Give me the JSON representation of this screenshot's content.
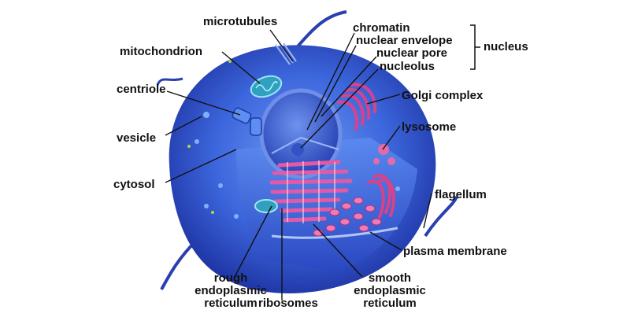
{
  "labels": {
    "microtubules": "microtubules",
    "mitochondrion": "mitochondrion",
    "centriole": "centriole",
    "vesicle": "vesicle",
    "cytosol": "cytosol",
    "chromatin": "chromatin",
    "nuclear_envelope": "nuclear envelope",
    "nuclear_pore": "nuclear pore",
    "nucleolus": "nucleolus",
    "nucleus": "nucleus",
    "golgi_complex": "Golgi complex",
    "lysosome": "lysosome",
    "flagellum": "flagellum",
    "plasma_membrane": "plasma membrane",
    "rough_er_line1": "rough",
    "rough_er_line2": "endoplasmic",
    "rough_er_line3": "reticulum",
    "ribosomes": "ribosomes",
    "smooth_er_line1": "smooth",
    "smooth_er_line2": "endoplasmic",
    "smooth_er_line3": "reticulum"
  },
  "colors": {
    "cell_outer": "#1f3fbf",
    "cell_inner": "#3d6ee0",
    "cytoplasm_light": "#5a86ea",
    "nucleus": "#2b4fc8",
    "rough_er": "#e0509c",
    "golgi": "#d8428a",
    "mitochondrion": "#3fb0c8",
    "leader_line": "#111111"
  }
}
